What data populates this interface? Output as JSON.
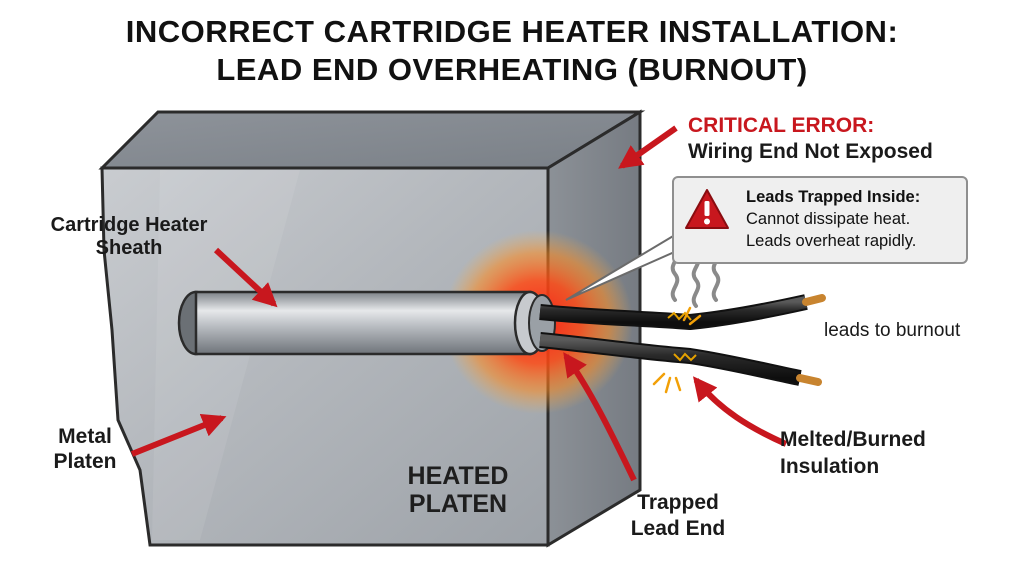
{
  "title": {
    "line1": "INCORRECT CARTRIDGE HEATER INSTALLATION:",
    "line2": "LEAD END OVERHEATING (BURNOUT)"
  },
  "labels": {
    "critical_error": "CRITICAL ERROR:",
    "critical_error_detail": "Wiring End Not Exposed",
    "sheath_line1": "Cartridge Heater",
    "sheath_line2": "Sheath",
    "platen_line1": "Metal",
    "platen_line2": "Platen",
    "heated_line1": "HEATED",
    "heated_line2": "PLATEN",
    "trapped_line1": "Trapped",
    "trapped_line2": "Lead End",
    "melted_line1": "Melted/Burned",
    "melted_line2": "Insulation",
    "burnout": "leads to burnout"
  },
  "callout": {
    "heading": "Leads Trapped Inside:",
    "line1": "Cannot dissipate heat.",
    "line2": "Leads overheat rapidly."
  },
  "icons": {
    "warning": "warning-triangle-icon",
    "smoke": "smoke-icon",
    "sparks": "spark-icon"
  },
  "colors": {
    "accent_red": "#c8171e",
    "heat_orange": "#ff7a1a",
    "metal_grey": "#a9adb3"
  }
}
